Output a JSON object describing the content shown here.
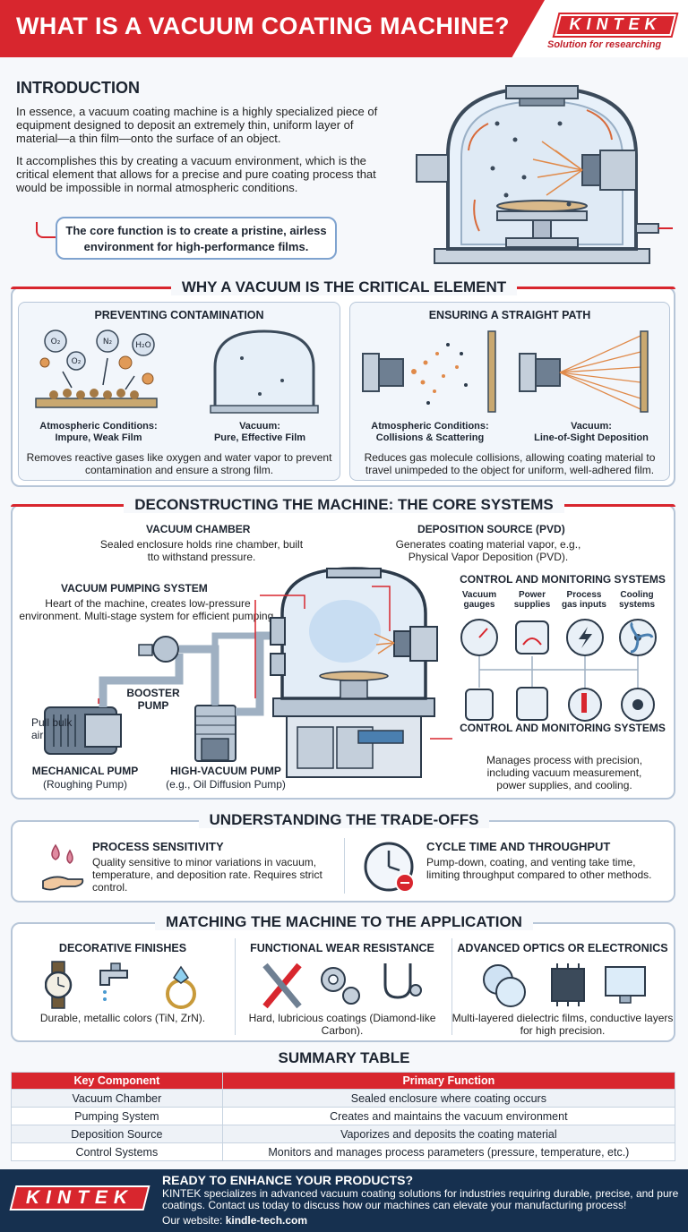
{
  "header": {
    "title": "WHAT IS A VACUUM COATING MACHINE?",
    "logo": "KINTEK",
    "logo_tagline": "Solution for researching"
  },
  "intro": {
    "title": "INTRODUCTION",
    "p1": "In essence, a vacuum coating machine is a highly specialized piece of equipment designed to deposit an extremely thin, uniform layer of material—a thin film—onto the surface of an object.",
    "p2": "It accomplishes this by creating a vacuum environment, which is the critical element that allows for a precise and pure coating process that would be impossible in normal atmospheric conditions.",
    "callout": "The core function is to create a pristine, airless environment for high-performance films."
  },
  "why_vacuum": {
    "title": "WHY A VACUUM IS THE CRITICAL ELEMENT",
    "contamination": {
      "title": "PREVENTING CONTAMINATION",
      "gases": [
        "O₂",
        "N₂",
        "H₂O",
        "O₂"
      ],
      "left_caption_1": "Atmospheric Conditions:",
      "left_caption_2": "Impure, Weak Film",
      "right_caption_1": "Vacuum:",
      "right_caption_2": "Pure, Effective Film",
      "description": "Removes reactive gases like oxygen and water vapor to prevent contamination and ensure a strong film."
    },
    "straight_path": {
      "title": "ENSURING A STRAIGHT PATH",
      "left_caption_1": "Atmospheric Conditions:",
      "left_caption_2": "Collisions & Scattering",
      "right_caption_1": "Vacuum:",
      "right_caption_2": "Line-of-Sight Deposition",
      "description": "Reduces gas molecule collisions, allowing coating material to travel unimpeded to the object for uniform, well-adhered film."
    }
  },
  "machine": {
    "title": "DECONSTRUCTING THE MACHINE: THE CORE SYSTEMS",
    "vacuum_chamber": {
      "title": "VACUUM CHAMBER",
      "text": "Sealed enclosure holds rine chamber, built tto withstand pressure."
    },
    "deposition_source": {
      "title": "DEPOSITION SOURCE (PVD)",
      "text": "Generates coating material vapor, e.g., Physical Vapor Deposition (PVD)."
    },
    "pumping": {
      "title": "VACUUM PUMPING SYSTEM",
      "text": "Heart of the machine, creates low-pressure environment. Multi-stage system for efficient pumping."
    },
    "pull_bulk_air": "Pull bulk air",
    "booster_pump": "BOOSTER PUMP",
    "mechanical_pump": {
      "title": "MECHANICAL PUMP",
      "sub": "(Roughing Pump)"
    },
    "high_vacuum_pump": {
      "title": "HIGH-VACUUM PUMP",
      "sub": "(e.g., Oil Diffusion Pump)"
    },
    "control": {
      "title": "CONTROL AND MONITORING SYSTEMS",
      "icon_labels": [
        "Vacuum gauges",
        "Power supplies",
        "Process gas inputs",
        "Cooling systems"
      ],
      "bottom_title": "CONTROL AND MONITORING SYSTEMS",
      "text": "Manages process with precision, including vacuum measurement, power supplies, and cooling."
    }
  },
  "tradeoffs": {
    "title": "UNDERSTANDING THE TRADE-OFFS",
    "sensitivity": {
      "title": "PROCESS SENSITIVITY",
      "text": "Quality sensitive to minor variations in vacuum, temperature, and deposition rate. Requires strict control."
    },
    "cycle": {
      "title": "CYCLE TIME AND THROUGHPUT",
      "text": "Pump-down, coating, and venting take time, limiting throughput compared to other methods."
    }
  },
  "applications": {
    "title": "MATCHING THE MACHINE TO THE APPLICATION",
    "decorative": {
      "title": "DECORATIVE FINISHES",
      "text": "Durable, metallic colors (TiN, ZrN)."
    },
    "wear": {
      "title": "FUNCTIONAL WEAR RESISTANCE",
      "text": "Hard, lubricious coatings (Diamond-like Carbon)."
    },
    "optics": {
      "title": "ADVANCED OPTICS OR ELECTRONICS",
      "text": "Multi-layered dielectric films, conductive layers for high precision."
    }
  },
  "summary": {
    "title": "SUMMARY TABLE",
    "headers": [
      "Key Component",
      "Primary Function"
    ],
    "rows": [
      [
        "Vacuum Chamber",
        "Sealed enclosure where coating occurs"
      ],
      [
        "Pumping System",
        "Creates and maintains the vacuum environment"
      ],
      [
        "Deposition Source",
        "Vaporizes and deposits the coating material"
      ],
      [
        "Control Systems",
        "Monitors and manages process parameters (pressure, temperature, etc.)"
      ]
    ]
  },
  "footer": {
    "logo": "KINTEK",
    "title": "READY TO ENHANCE YOUR PRODUCTS?",
    "text": "KINTEK specializes in advanced vacuum coating solutions for industries requiring durable, precise, and pure coatings. Contact us today to discuss how our machines can elevate your manufacturing process!",
    "site_label": "Our website:",
    "site_url": "kindle-tech.com"
  },
  "colors": {
    "brand_red": "#d8262e",
    "navy": "#16304f",
    "panel_border": "#b7c6d8"
  }
}
